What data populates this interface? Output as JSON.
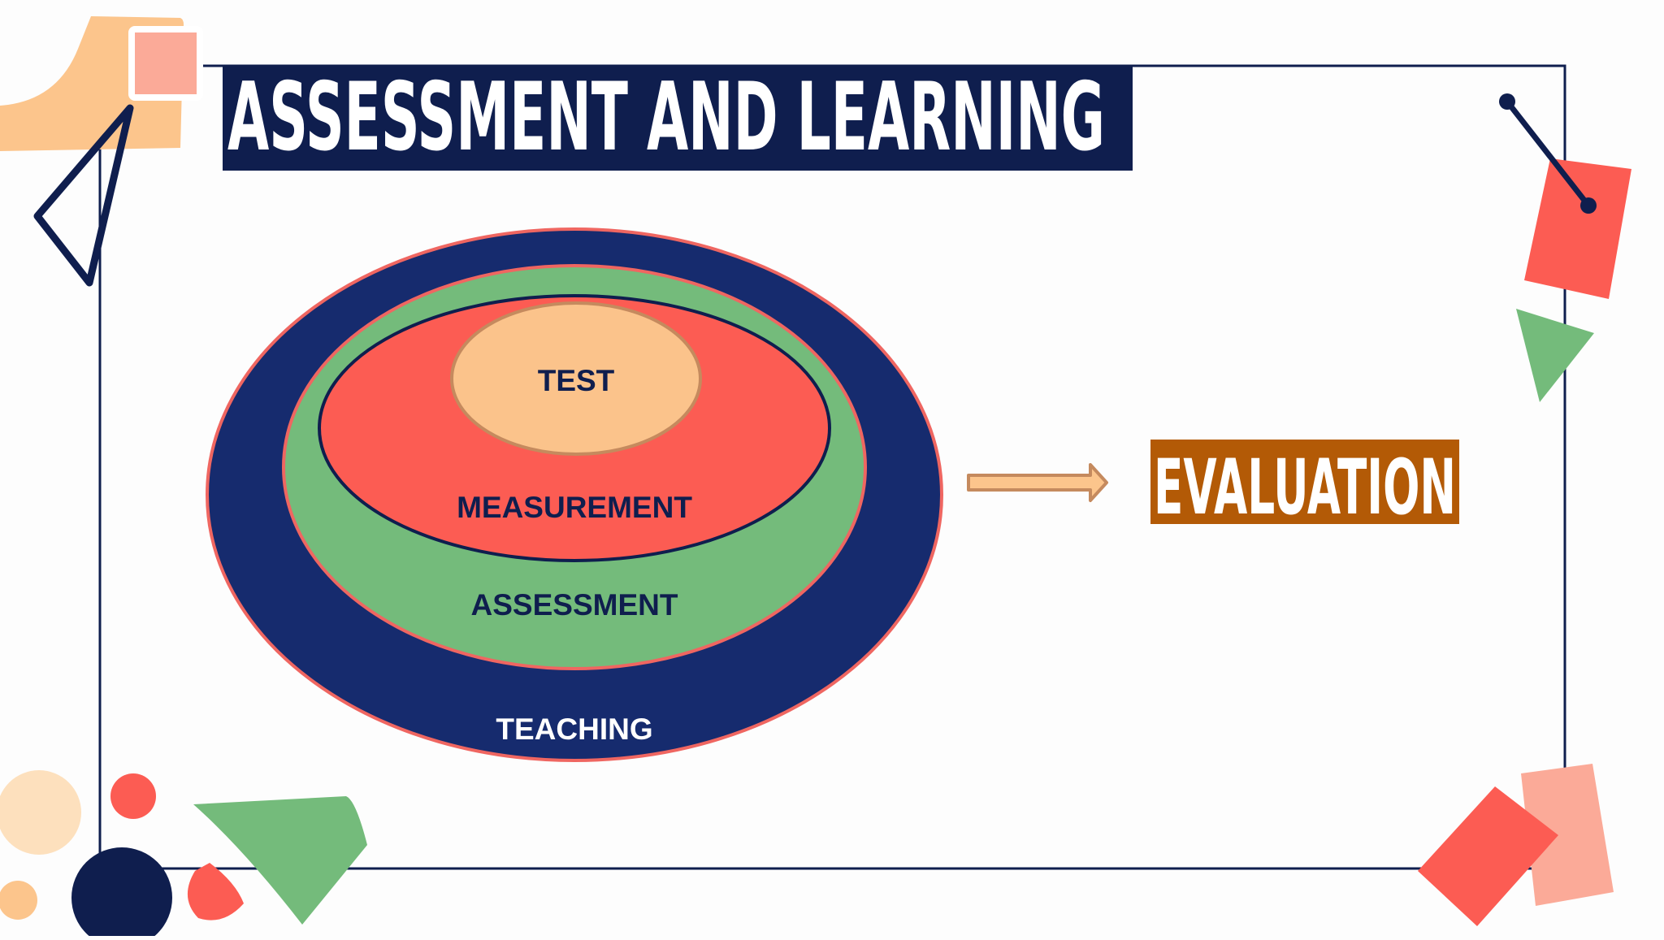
{
  "slide": {
    "title": "ASSESSMENT AND LEARNING",
    "result_label": "EVALUATION"
  },
  "diagram": {
    "type": "nested-ellipses",
    "layers": [
      {
        "label": "TEACHING",
        "fill": "#162b6e"
      },
      {
        "label": "ASSESSMENT",
        "fill": "#74bb7b"
      },
      {
        "label": "MEASUREMENT",
        "fill": "#fc5c53"
      },
      {
        "label": "TEST",
        "fill": "#fbc38b"
      }
    ],
    "arrow": {
      "from": "TEACHING",
      "to": "EVALUATION"
    }
  },
  "colors": {
    "navy": "#0f1e4e",
    "title_bg": "#0f1e4e",
    "evaluation_bg": "#b35a06",
    "coral": "#fc5c53",
    "green": "#74bb7b",
    "peach": "#fbc38b",
    "pink": "#fbaa98",
    "outline": "#ef6661"
  }
}
